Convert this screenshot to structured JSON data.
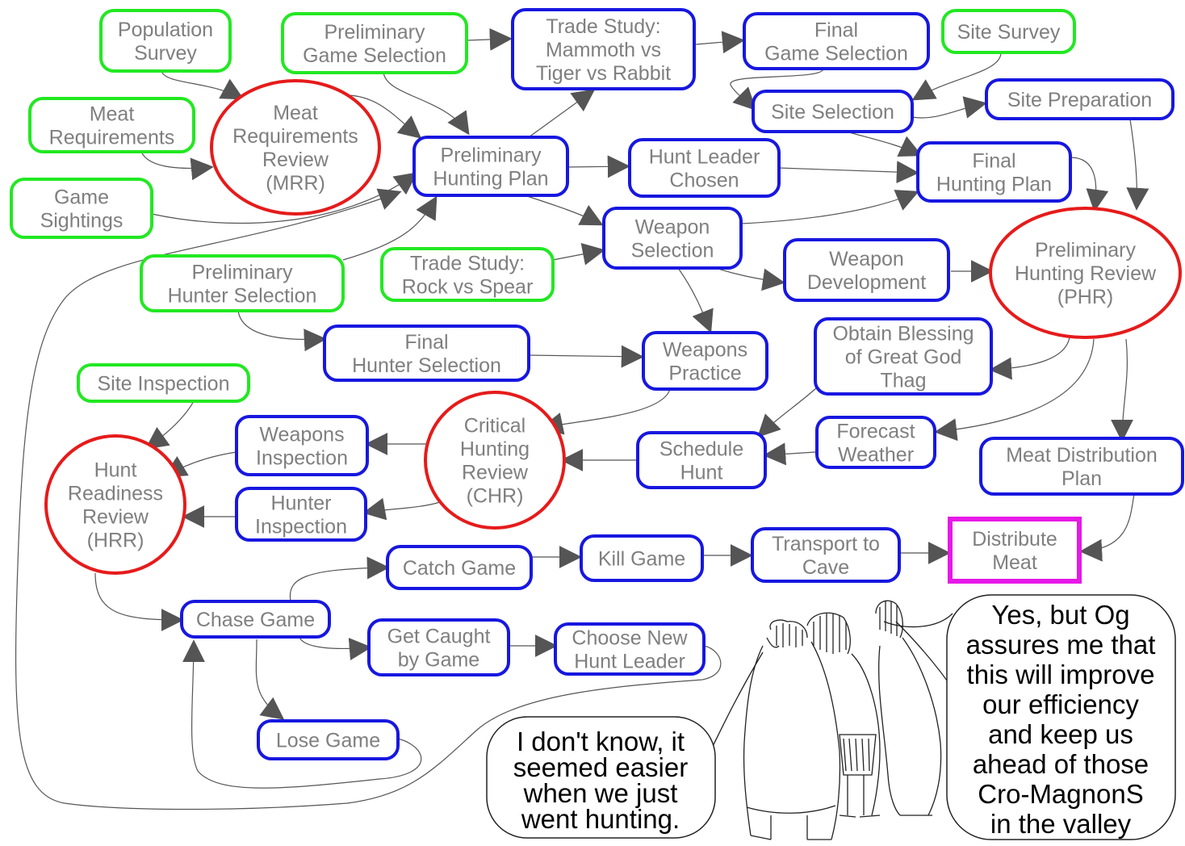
{
  "colors": {
    "input": "#22e822",
    "activity": "#1717e0",
    "review": "#e61b1b",
    "deliverable": "#e619e6",
    "label": "#7f7f7f",
    "arrow": "#555555"
  },
  "nodes": {
    "population_survey": "Population|Survey",
    "prelim_game_selection": "Preliminary|Game Selection",
    "trade_study_mammoth": "Trade Study:|Mammoth vs|Tiger vs Rabbit",
    "final_game_selection": "Final|Game Selection",
    "site_survey": "Site Survey",
    "meat_requirements": "Meat|Requirements",
    "mrr": "Meat|Requirements|Review|(MRR)",
    "site_selection": "Site Selection",
    "site_preparation": "Site Preparation",
    "prelim_hunting_plan": "Preliminary|Hunting Plan",
    "hunt_leader_chosen": "Hunt Leader|Chosen",
    "final_hunting_plan": "Final|Hunting Plan",
    "game_sightings": "Game|Sightings",
    "weapon_selection": "Weapon|Selection",
    "phr": "Preliminary|Hunting Review|(PHR)",
    "prelim_hunter_selection": "Preliminary|Hunter Selection",
    "trade_study_rock": "Trade Study:|Rock vs Spear",
    "weapon_development": "Weapon|Development",
    "final_hunter_selection": "Final|Hunter Selection",
    "weapons_practice": "Weapons|Practice",
    "obtain_blessing": "Obtain Blessing|of Great God|Thag",
    "site_inspection": "Site Inspection",
    "weapons_inspection": "Weapons|Inspection",
    "chr": "Critical|Hunting|Review|(CHR)",
    "schedule_hunt": "Schedule|Hunt",
    "forecast_weather": "Forecast|Weather",
    "meat_distribution_plan": "Meat Distribution|Plan",
    "hrr": "Hunt|Readiness|Review|(HRR)",
    "hunter_inspection": "Hunter|Inspection",
    "catch_game": "Catch Game",
    "kill_game": "Kill Game",
    "transport_to_cave": "Transport to|Cave",
    "distribute_meat": "Distribute|Meat",
    "chase_game": "Chase Game",
    "get_caught": "Get Caught|by Game",
    "choose_new_leader": "Choose New|Hunt Leader",
    "lose_game": "Lose Game"
  },
  "speech": {
    "left": "I don't know, it|seemed easier|when we just|went hunting.",
    "right": "Yes, but Og|assures me that|this will improve|our efficiency|and keep us|ahead of those|Cro-MagnonS|in the valley"
  }
}
